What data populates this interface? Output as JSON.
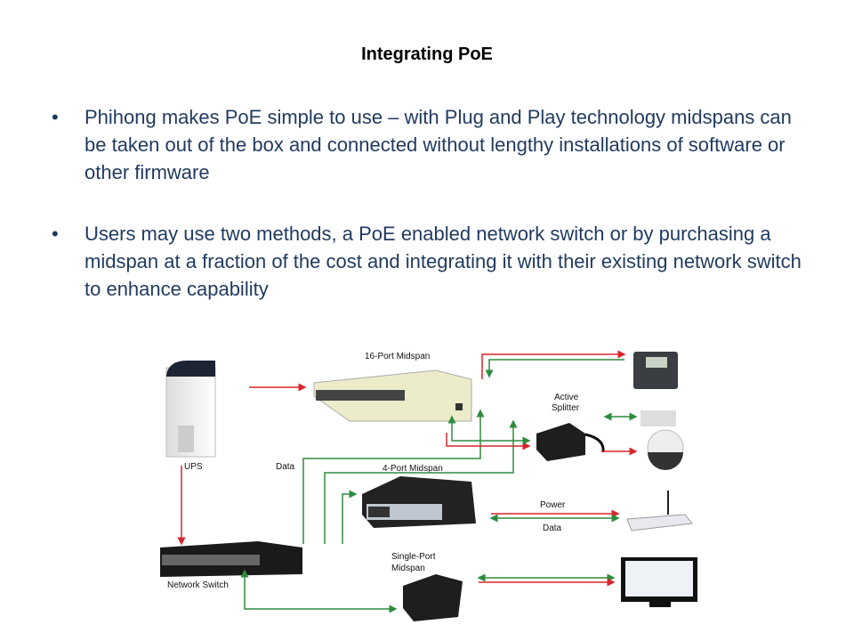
{
  "slide": {
    "title": "Integrating PoE",
    "bullets": [
      {
        "marker": "•",
        "text": "Phihong makes PoE simple to use – with Plug and Play technology midspans can be taken out of the box and connected without lengthy installations of software or other firmware"
      },
      {
        "marker": "•",
        "text": "Users may use two methods, a PoE enabled network switch or by purchasing a midspan at a fraction of the cost and integrating it with their existing network switch to enhance capability"
      }
    ],
    "text_color": "#1f3a5f"
  },
  "diagram": {
    "labels": {
      "midspan16": "16-Port Midspan",
      "ups": "UPS",
      "data": "Data",
      "midspan4": "4-Port Midspan",
      "active_splitter_1": "Active",
      "active_splitter_2": "Splitter",
      "power": "Power",
      "data2": "Data",
      "network_switch": "Network Switch",
      "single_port_1": "Single-Port",
      "single_port_2": "Midspan"
    },
    "devices": [
      "ups",
      "16-port-midspan",
      "ip-phone",
      "active-splitter",
      "security-camera",
      "4-port-midspan",
      "wireless-router",
      "network-switch",
      "single-port-midspan",
      "monitor"
    ],
    "colors": {
      "power": "#d9262b",
      "data": "#2e8b3e"
    }
  }
}
